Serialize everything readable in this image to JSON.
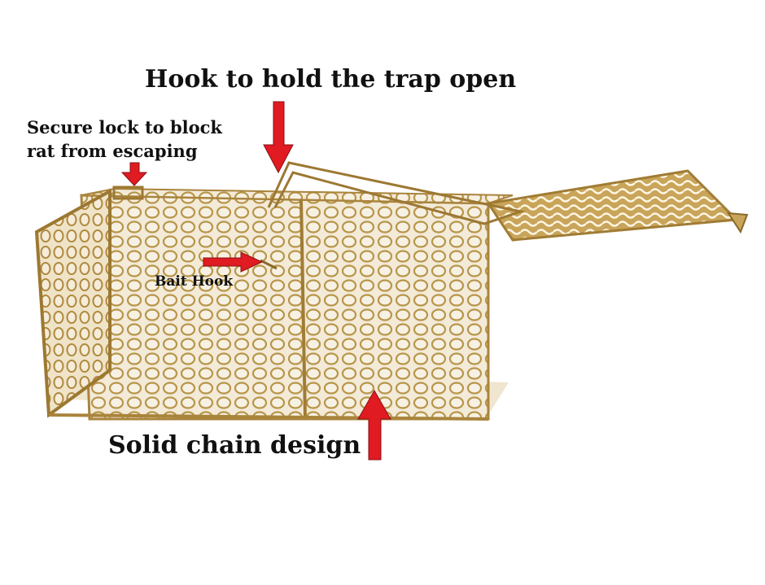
{
  "labels": {
    "hook": "Hook to hold the trap open",
    "lock_line1": "Secure lock to block",
    "lock_line2": "rat from escaping",
    "bait": "Bait Hook",
    "chain": "Solid chain design"
  },
  "colors": {
    "metal": "#b8964a",
    "metal_dark": "#8a6a2a",
    "interior": "#efe4cf",
    "arrow": "#e01b22",
    "text": "#111111"
  }
}
